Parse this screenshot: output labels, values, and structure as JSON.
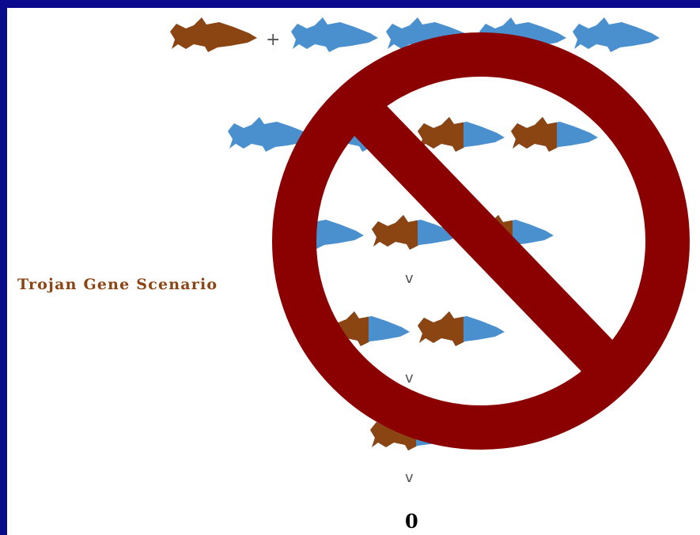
{
  "title": "Trojan Gene Scenario",
  "operators": {
    "plus": "+",
    "arrow": "v"
  },
  "result": "0",
  "colors": {
    "background_frame": "#0a0a8c",
    "wild_fish": "#4a90cf",
    "trojan_fish": "#8b4513",
    "prohibition_sign": "#8b0000"
  },
  "icons": [
    "fish-icon",
    "half-fish-icon",
    "no-symbol-icon"
  ],
  "rows": [
    {
      "row": 1,
      "fish": [
        "trojan",
        "wild",
        "wild",
        "wild",
        "wild"
      ]
    },
    {
      "row": 2,
      "fish": [
        "wild",
        "wild",
        "hybrid",
        "hybrid"
      ]
    },
    {
      "row": 3,
      "fish": [
        "wild",
        "hybrid",
        "hybrid"
      ]
    },
    {
      "row": 4,
      "fish": [
        "hybrid",
        "hybrid"
      ]
    },
    {
      "row": 5,
      "fish": [
        "hybrid"
      ]
    }
  ]
}
